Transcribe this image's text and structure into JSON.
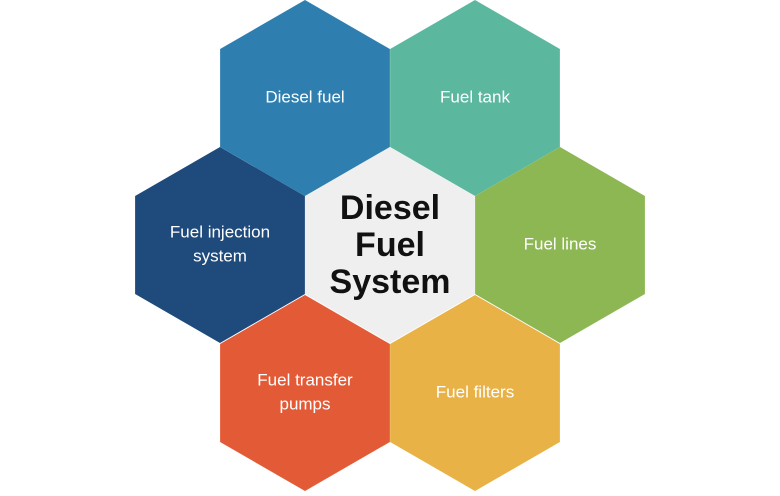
{
  "center": {
    "title_lines": [
      "Diesel",
      "Fuel",
      "System"
    ],
    "color": "#efefef"
  },
  "segments": [
    {
      "id": "diesel-fuel",
      "lines": [
        "Diesel fuel"
      ],
      "color": "#2e7fb0"
    },
    {
      "id": "fuel-tank",
      "lines": [
        "Fuel tank"
      ],
      "color": "#5bb89f"
    },
    {
      "id": "fuel-lines",
      "lines": [
        "Fuel lines"
      ],
      "color": "#8cb753"
    },
    {
      "id": "fuel-filters",
      "lines": [
        "Fuel filters"
      ],
      "color": "#e9b246"
    },
    {
      "id": "fuel-transfer-pumps",
      "lines": [
        "Fuel transfer",
        "pumps"
      ],
      "color": "#e35a37"
    },
    {
      "id": "fuel-injection-system",
      "lines": [
        "Fuel injection",
        "system"
      ],
      "color": "#1f4a7c"
    }
  ]
}
